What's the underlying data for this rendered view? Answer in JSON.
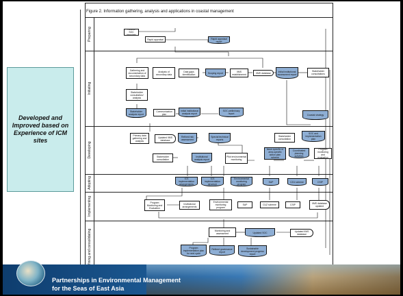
{
  "side_note": "Developed and Improved based on Experience of ICM sites",
  "figure_caption": "Figure 2. Information gathering, analysis and applications in coastal management",
  "lanes": [
    "Preparing",
    "Initiating",
    "Developing",
    "Adopting",
    "Implementing",
    "Refining and consolidating"
  ],
  "boxes": {
    "prep_review": "Review SOC template",
    "prep_rapid": "Rapid appraisal",
    "prep_rapid_report": "Rapid appraisal report",
    "init_gathering": "Gathering and documentation of secondary data",
    "init_analysis": "Analysis of secondary data",
    "init_gaps": "Data gaps identification",
    "init_scoping": "Scoping report",
    "init_imis": "IIMS establishment",
    "init_imis_db": "IIMS database",
    "init_inst": "Initial institutional assessment report",
    "init_stake_consult": "Stakeholder consultations",
    "init_stake_analysis": "Stakeholder consultation/ analysis",
    "init_stake_report": "Stakeholder analysis report",
    "init_comm": "Communication plan",
    "init_inst2": "Initial institutional analysis report",
    "init_soc": "SOC preliminary report",
    "init_coastal": "Coastal strategy",
    "dev_primary": "Primary data gathering and analysis",
    "dev_updated": "Updated IIMS database",
    "dev_refined": "Refined risk assessment",
    "dev_special": "Special technical reports",
    "dev_stake_consult": "Stakeholder consultation",
    "dev_stake_consult2": "Stakeholder consultation",
    "dev_inst": "Institutional analysis report",
    "dev_pilot": "Pilot environmental monitoring",
    "dev_issue": "Issue-specific or area-specific action plan scheme",
    "dev_coordinate": "Coordinated planning activities",
    "dev_program": "Program monitoring and evaluation",
    "dev_soc_impl": "SOC and implementation plan",
    "adopt_ics_arr": "ICS implementation arrangements",
    "adopt_ics_struct": "ICS implementation structure",
    "adopt_env": "Environmental monitoring program",
    "adopt_sap": "SAP",
    "adopt_czu": "CZU scheme",
    "adopt_csip": "CSIP",
    "impl_program": "Program Monitoring and Evaluation",
    "impl_inst": "Institutional arrangements",
    "impl_env": "Environmental monitoring program",
    "impl_sap": "SAP",
    "impl_czu": "CUZ scheme",
    "impl_csip": "CSIP",
    "impl_imis": "IIMS database updated",
    "ref_monitoring": "Monitoring and assessment",
    "ref_soc": "Updated SOC",
    "ref_imis": "Updated IIMS database",
    "ref_program": "Program implementation plan for next cycle",
    "ref_governance": "Refined governance report",
    "ref_sustainable": "Sustainable development progress report"
  },
  "banner": {
    "line1": "Partnerships in Environmental Management",
    "line2": "for the Seas of East Asia"
  }
}
